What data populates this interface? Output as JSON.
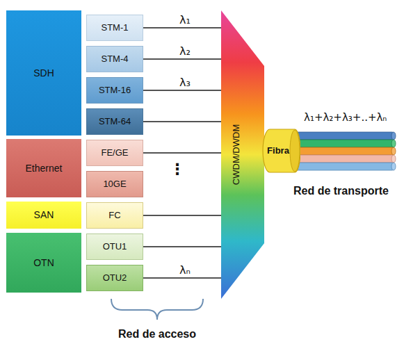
{
  "diagram": {
    "nodes": [
      {
        "text": [
          "SDH"
        ]
      },
      {
        "text": [
          "STM-1"
        ]
      },
      {
        "text": [
          "STM-4"
        ]
      },
      {
        "text": [
          "STM-16"
        ]
      },
      {
        "text": [
          "STM-64"
        ]
      },
      {
        "text": [
          "Ethernet"
        ]
      },
      {
        "text": [
          "FE/GE"
        ]
      },
      {
        "text": [
          "10GE"
        ]
      },
      {
        "text": [
          "SAN"
        ]
      },
      {
        "text": [
          "FC"
        ]
      },
      {
        "text": [
          "OTN"
        ]
      },
      {
        "text": [
          "OTU1"
        ]
      },
      {
        "text": [
          "OTU2"
        ]
      },
      {
        "text": [
          "CWDM/DWDM"
        ]
      },
      {
        "text": [
          "Fibra"
        ]
      }
    ],
    "edges": [
      {
        "from": 1,
        "to": 13,
        "arrow": "none",
        "label": "λ₁"
      },
      {
        "from": 2,
        "to": 13,
        "arrow": "none",
        "label": "λ₂"
      },
      {
        "from": 3,
        "to": 13,
        "arrow": "none",
        "label": "λ₃"
      },
      {
        "from": 4,
        "to": 13,
        "arrow": "none"
      },
      {
        "from": 6,
        "to": 13,
        "arrow": "none"
      },
      {
        "from": 9,
        "to": 13,
        "arrow": "none"
      },
      {
        "from": 11,
        "to": 13,
        "arrow": "none"
      },
      {
        "from": 12,
        "to": 13,
        "arrow": "none",
        "label": "λₙ"
      }
    ],
    "labels": [
      "⋮",
      "λ₁+λ₂+λ₃+..+λₙ",
      "Red de transporte",
      "Red de acceso"
    ]
  }
}
